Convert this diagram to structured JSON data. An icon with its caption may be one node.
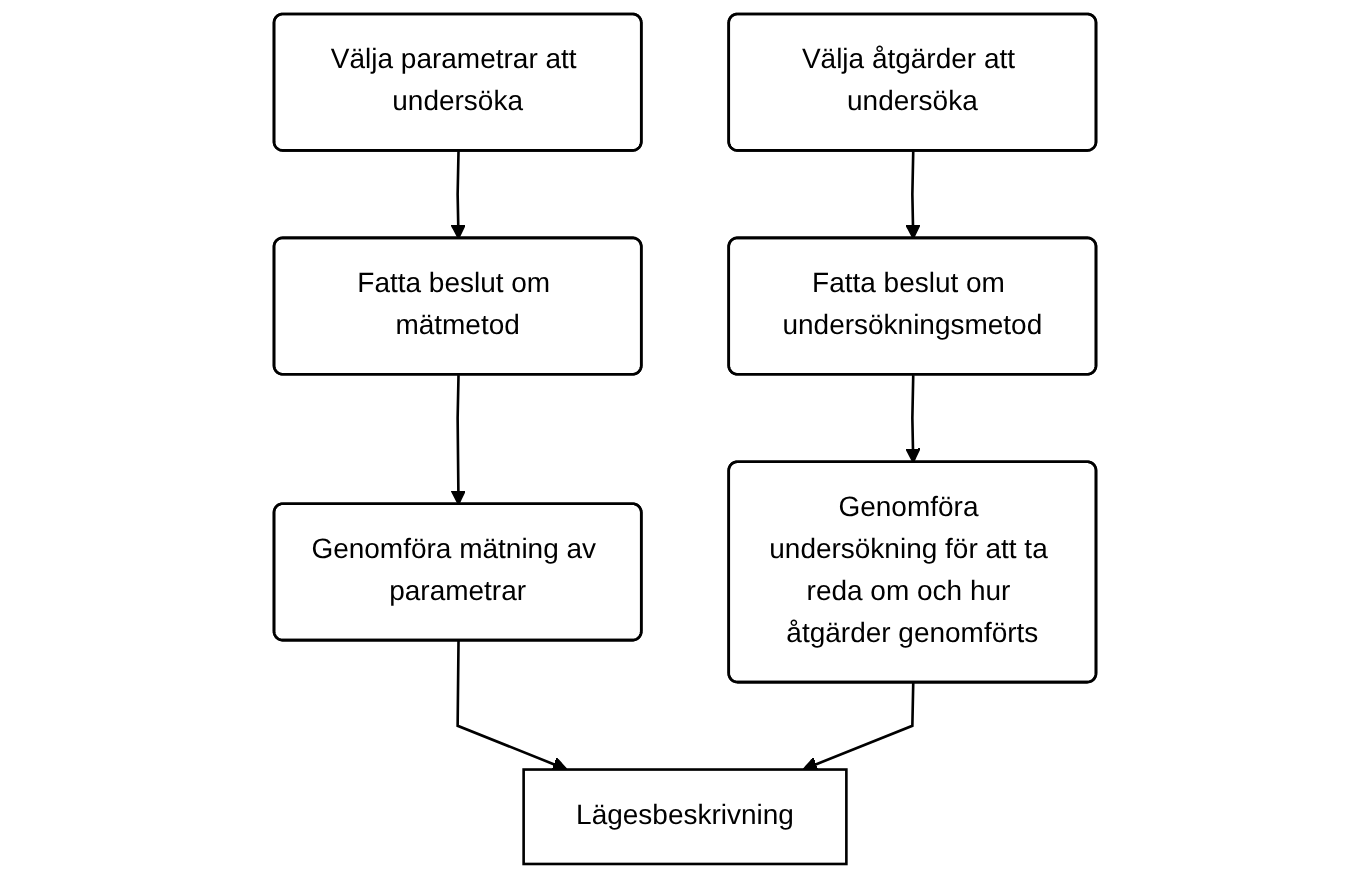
{
  "diagram": {
    "nodes": [
      {
        "text": [
          "Välja parametrar att undersöka"
        ]
      },
      {
        "text": [
          "Fatta beslut om mätmetod"
        ]
      },
      {
        "text": [
          "Genomföra mätning av parametrar"
        ]
      },
      {
        "text": [
          "Välja åtgärder att undersöka"
        ]
      },
      {
        "text": [
          "Fatta beslut om undersökningsmetod"
        ]
      },
      {
        "text": [
          "Genomföra undersökning för att ta reda om och hur åtgärder genomförts"
        ]
      },
      {
        "text": [
          "Lägesbeskrivning"
        ]
      }
    ],
    "edges": [
      {
        "from": 0,
        "to": 1,
        "arrow": "to"
      },
      {
        "from": 1,
        "to": 2,
        "arrow": "to"
      },
      {
        "from": 3,
        "to": 4,
        "arrow": "to"
      },
      {
        "from": 4,
        "to": 5,
        "arrow": "to"
      },
      {
        "from": 2,
        "to": 6,
        "arrow": "to"
      },
      {
        "from": 5,
        "to": 6,
        "arrow": "to"
      }
    ]
  }
}
